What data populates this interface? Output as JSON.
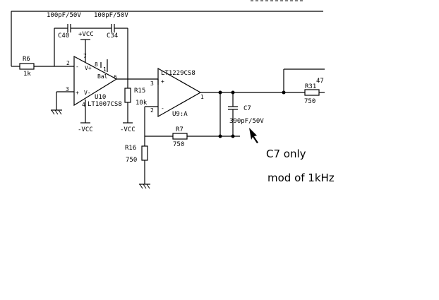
{
  "components": {
    "r6": {
      "ref": "R6",
      "value": "1k"
    },
    "c40": {
      "ref": "C40",
      "value": "100pF/50V"
    },
    "c34": {
      "ref": "C34",
      "value": "100pF/50V"
    },
    "u10": {
      "ref": "U10",
      "part": "LT1007CS8",
      "vcc_pos": "+VCC",
      "vcc_neg": "-VCC",
      "pins": [
        "2",
        "-",
        "7",
        "V+",
        "8",
        "1",
        "Bal",
        "6",
        "3",
        "+",
        "V-",
        "4"
      ]
    },
    "r15": {
      "ref": "R15",
      "value": "10k",
      "vcc_neg": "-VCC"
    },
    "u9": {
      "ref": "U9:A",
      "part": "LT1229CS8",
      "pins": [
        "3",
        "+",
        "2",
        "-",
        "1"
      ]
    },
    "r7": {
      "ref": "R7",
      "value": "750"
    },
    "r16": {
      "ref": "R16",
      "value": "750"
    },
    "c7": {
      "ref": "C7",
      "value": "390pF/50V"
    },
    "r31": {
      "ref": "R31",
      "value": "750",
      "extra": "47"
    }
  },
  "annotations": [
    "C7 only",
    "mod of 1kHz"
  ]
}
